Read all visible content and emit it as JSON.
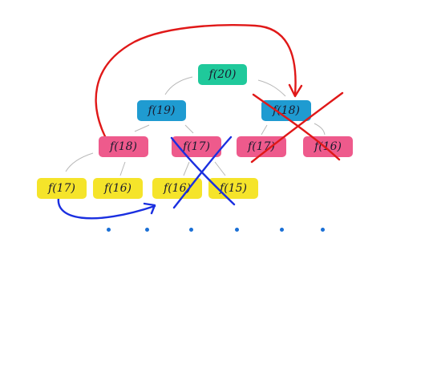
{
  "colors": {
    "root": "#1fc99b",
    "level1": "#1f9bd1",
    "level2": "#ee5a8c",
    "level3": "#f5e42a",
    "edge": "#b8b8b8",
    "red_mark": "#e01818",
    "blue_mark": "#1a2fe0",
    "dots": "#1a6fd6"
  },
  "nodes": {
    "f20": "f(20)",
    "f19": "f(19)",
    "f18_top": "f(18)",
    "f18_mid": "f(18)",
    "f17_mid": "f(17)",
    "f17_right": "f(17)",
    "f16_right": "f(16)",
    "f17_leaf": "f(17)",
    "f16_leaf_a": "f(16)",
    "f16_leaf_b": "f(16)",
    "f15_leaf": "f(15)"
  },
  "continuation_dots": 6
}
